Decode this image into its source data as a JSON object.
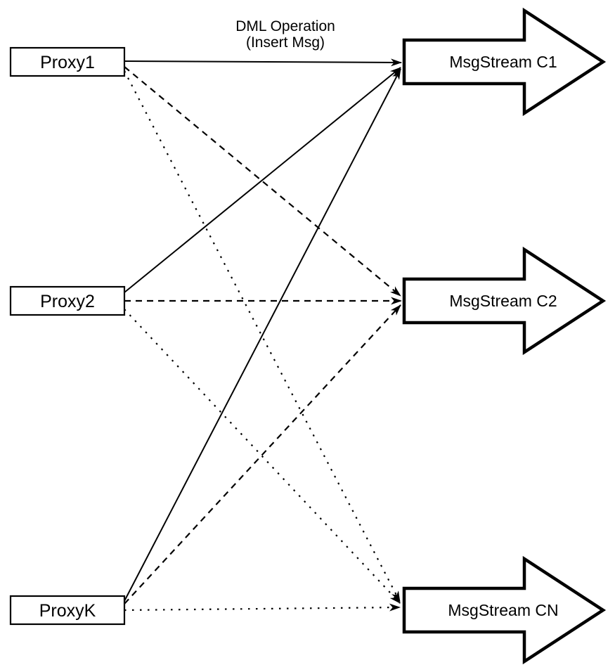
{
  "annotation": {
    "line1": "DML Operation",
    "line2": "(Insert Msg)"
  },
  "proxies": [
    {
      "id": "proxy1",
      "label": "Proxy1"
    },
    {
      "id": "proxy2",
      "label": "Proxy2"
    },
    {
      "id": "proxyk",
      "label": "ProxyK"
    }
  ],
  "streams": [
    {
      "id": "c1",
      "label": "MsgStream C1"
    },
    {
      "id": "c2",
      "label": "MsgStream C2"
    },
    {
      "id": "cn",
      "label": "MsgStream CN"
    }
  ],
  "edges": [
    {
      "from": "proxy1",
      "to": "c1",
      "style": "solid"
    },
    {
      "from": "proxy1",
      "to": "c2",
      "style": "dashed"
    },
    {
      "from": "proxy1",
      "to": "cn",
      "style": "dotted"
    },
    {
      "from": "proxy2",
      "to": "c1",
      "style": "solid"
    },
    {
      "from": "proxy2",
      "to": "c2",
      "style": "dashed"
    },
    {
      "from": "proxy2",
      "to": "cn",
      "style": "dotted"
    },
    {
      "from": "proxyk",
      "to": "c1",
      "style": "solid"
    },
    {
      "from": "proxyk",
      "to": "c2",
      "style": "dashed"
    },
    {
      "from": "proxyk",
      "to": "cn",
      "style": "dotted"
    }
  ],
  "colors": {
    "stroke": "#000000",
    "fill": "#ffffff",
    "background": "#ffffff"
  }
}
